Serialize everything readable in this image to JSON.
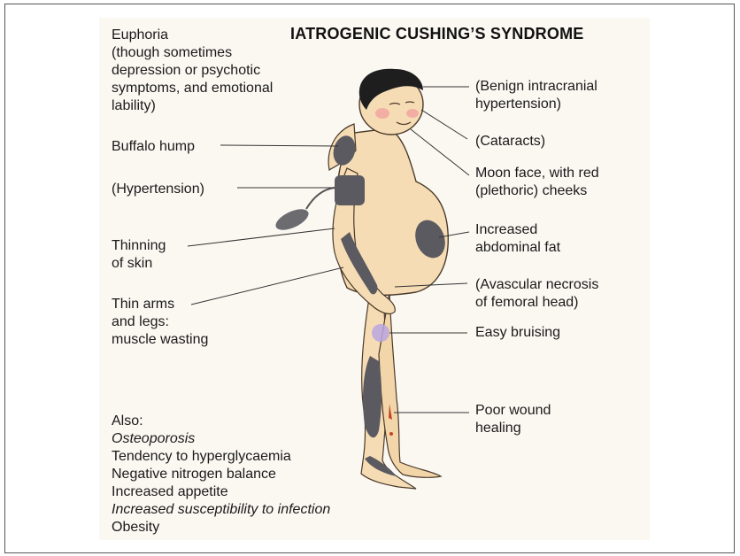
{
  "title": "IATROGENIC CUSHING’S SYNDROME",
  "labels_left": {
    "euphoria": "Euphoria\n(though sometimes\ndepression or psychotic\nsymptoms, and emotional\nlability)",
    "buffalo_hump": "Buffalo hump",
    "hypertension": "(Hypertension)",
    "thinning_skin": "Thinning\nof skin",
    "thin_arms": "Thin arms\nand legs:\nmuscle wasting"
  },
  "labels_right": {
    "intracranial": "(Benign intracranial\nhypertension)",
    "cataracts": "(Cataracts)",
    "moon_face": "Moon face, with red\n(plethoric) cheeks",
    "abdominal_fat": "Increased\nabdominal fat",
    "avascular": "(Avascular necrosis\nof femoral head)",
    "bruising": "Easy bruising",
    "wound": "Poor wound\nhealing"
  },
  "also": [
    {
      "text": "Also:",
      "italic": false
    },
    {
      "text": "Osteoporosis",
      "italic": true
    },
    {
      "text": "Tendency to hyperglycaemia",
      "italic": false
    },
    {
      "text": "Negative nitrogen balance",
      "italic": false
    },
    {
      "text": "Increased appetite",
      "italic": false
    },
    {
      "text": "Increased susceptibility to infection",
      "italic": true
    },
    {
      "text": "Obesity",
      "italic": false
    }
  ],
  "colors": {
    "skin": "#f6dcb4",
    "skin_outline": "#4a3a2a",
    "muscle": "#5a5a60",
    "hair": "#1e1e1e",
    "bruise": "#b9a6e0",
    "wound": "#c2451e",
    "cheek": "#f2a3a0"
  }
}
